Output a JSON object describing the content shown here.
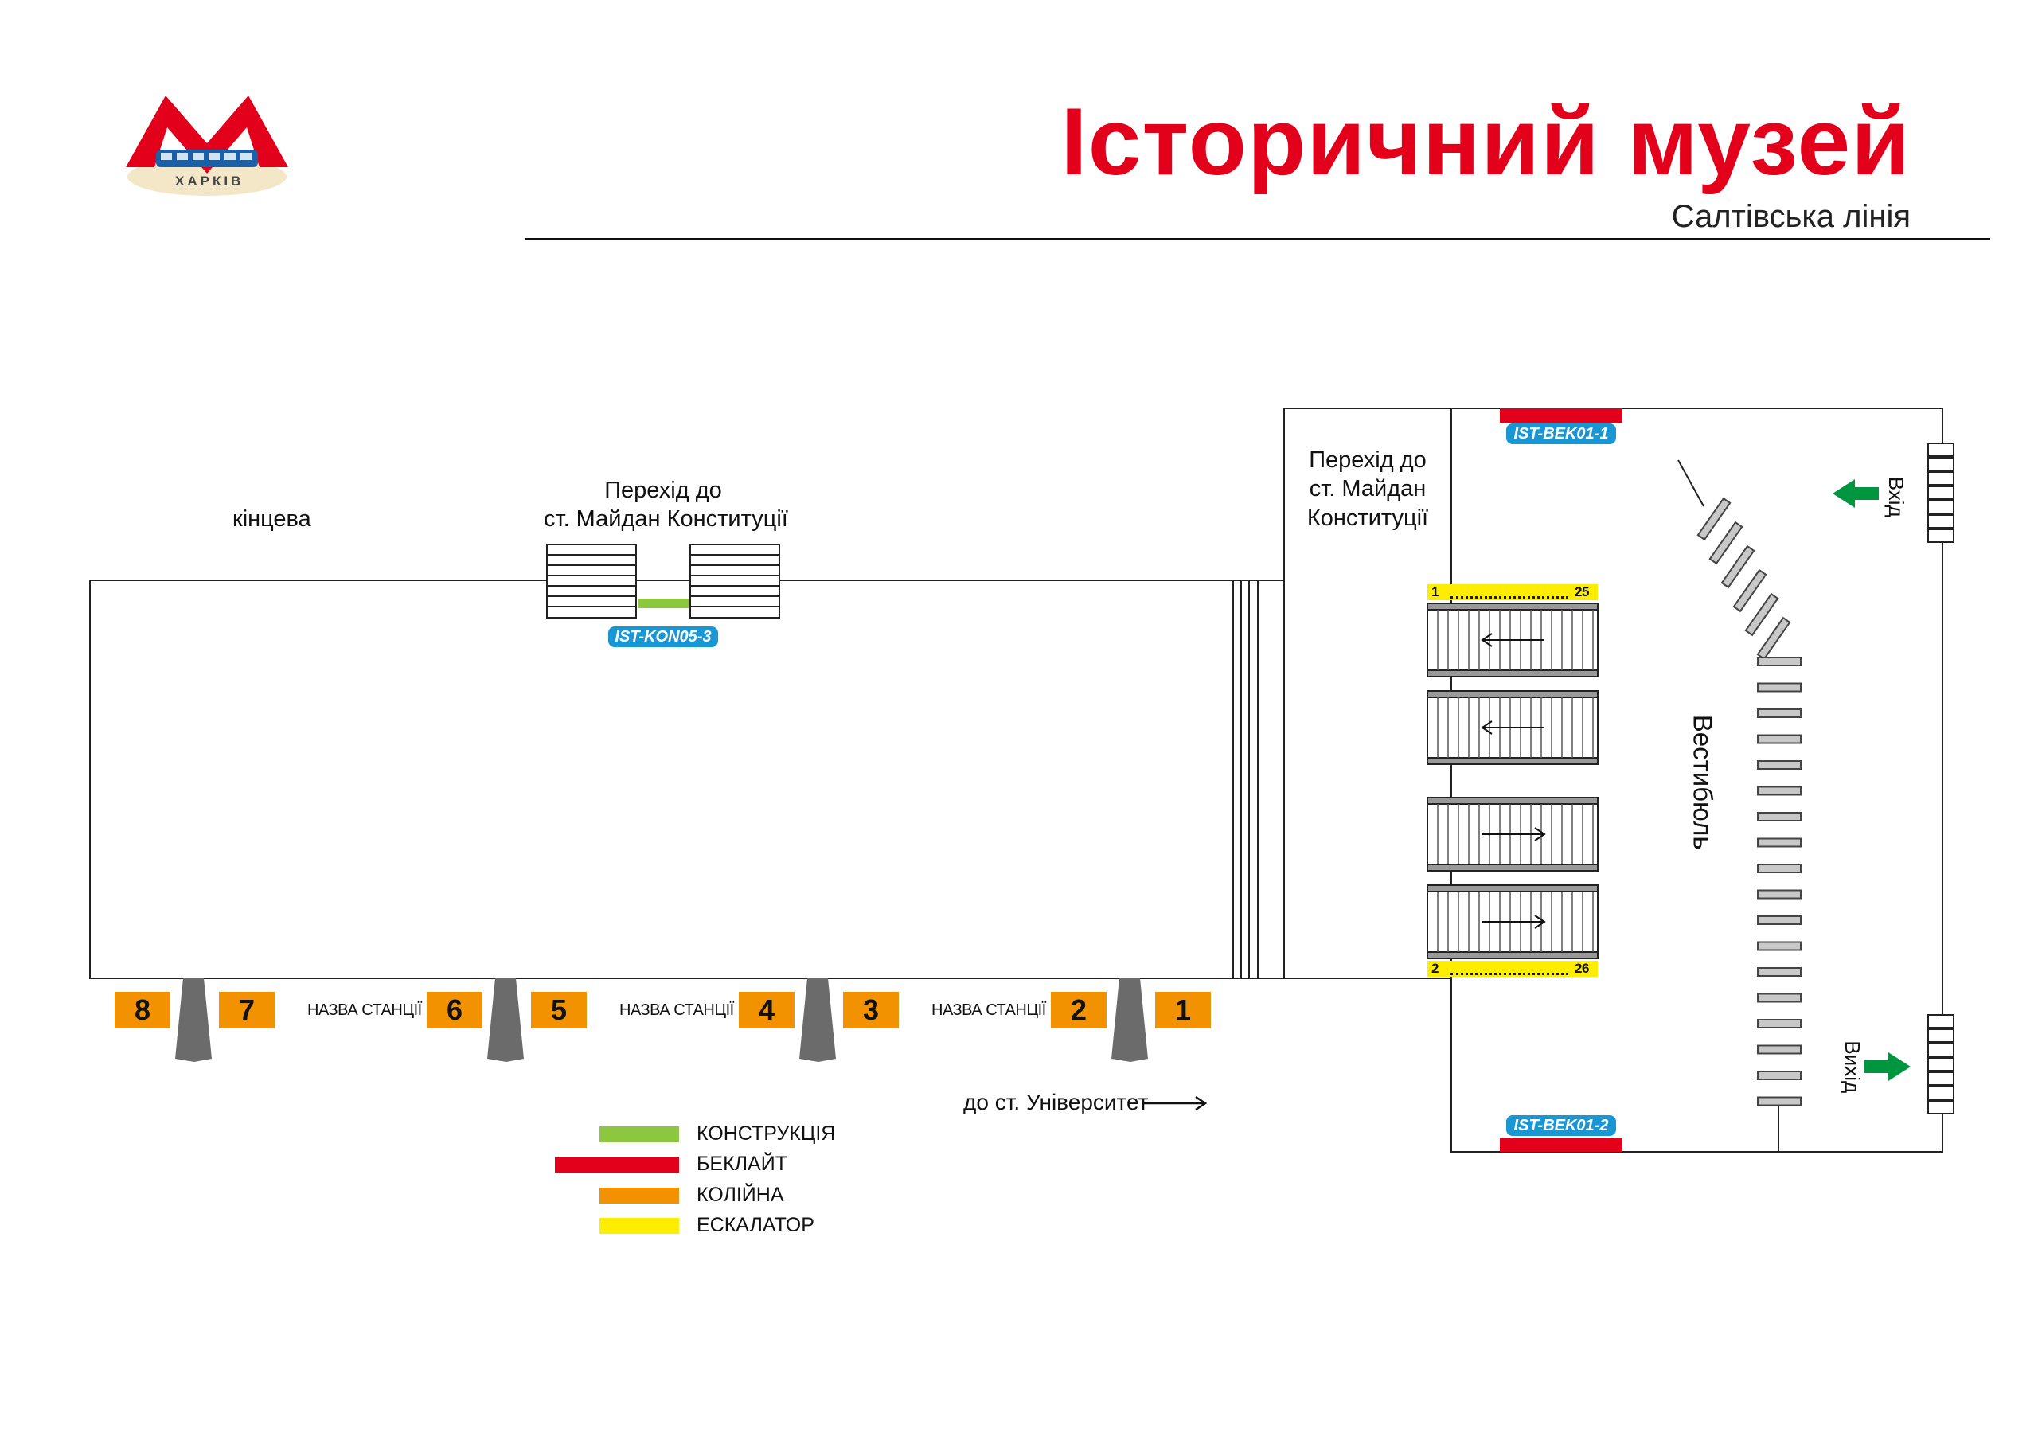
{
  "header": {
    "title": "Історичний музей",
    "subtitle": "Салтівська лінія",
    "logo_text": "ХАРКІВ",
    "logo_mark": "metro-logo-icon"
  },
  "colors": {
    "red": "#e3001b",
    "green": "#8dc63f",
    "orange": "#f39200",
    "yellow": "#ffed00",
    "blue": "#1996d4",
    "exit_green": "#009640",
    "gray": "#666666"
  },
  "labels": {
    "terminal": "кінцева",
    "transfer_platform": [
      "Перехід до",
      "ст. Майдан Конституції"
    ],
    "transfer_vestibule": [
      "Перехід до",
      "ст. Майдан",
      "Конституції"
    ],
    "vestibule": "Вестибюль",
    "entrance": "Вхід",
    "exit": "Вихід",
    "direction": "до ст. Університет"
  },
  "tags": {
    "kon": "IST-KON05-3",
    "bek_top": "IST-BEK01-1",
    "bek_bottom": "IST-BEK01-2"
  },
  "escalator_strips": {
    "top_start": "1",
    "top_end": "25",
    "bottom_start": "2",
    "bottom_end": "26"
  },
  "track_numbers": [
    "8",
    "7",
    "6",
    "5",
    "4",
    "3",
    "2",
    "1"
  ],
  "station_name_label": "НАЗВА СТАНЦІЇ",
  "legend": [
    {
      "label": "КОНСТРУКЦІЯ",
      "color": "#8dc63f"
    },
    {
      "label": "БЕКЛАЙТ",
      "color": "#e3001b"
    },
    {
      "label": "КОЛІЙНА",
      "color": "#f39200"
    },
    {
      "label": "ЕСКАЛАТОР",
      "color": "#ffed00"
    }
  ]
}
